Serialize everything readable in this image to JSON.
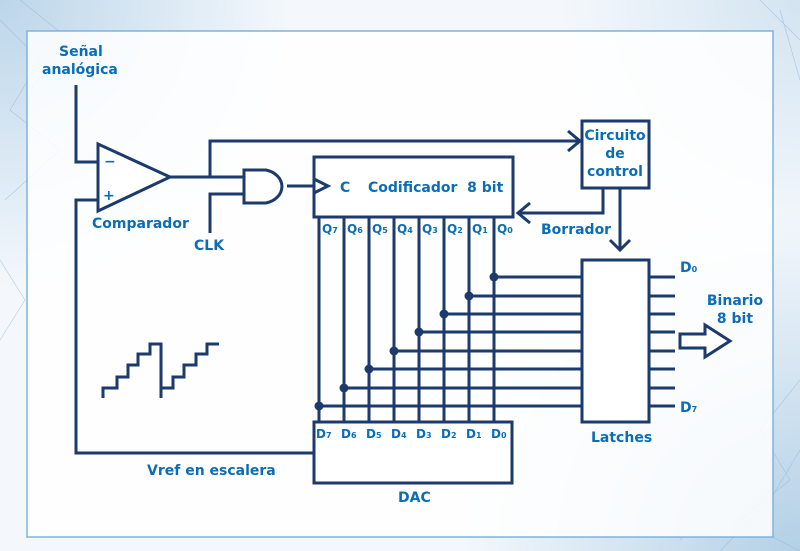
{
  "labels": {
    "input_signal": [
      "Señal",
      "analógica"
    ],
    "comparator": "Comparador",
    "comparator_minus": "−",
    "comparator_plus": "+",
    "clk": "CLK",
    "encoder_clock": "C",
    "encoder": "Codificador  8 bit",
    "control": [
      "Circuito",
      "de",
      "control"
    ],
    "reset": "Borrador",
    "latches": "Latches",
    "output": [
      "Binario",
      "8 bit"
    ],
    "dac": "DAC",
    "vref": "Vref en escalera",
    "q_outputs": [
      {
        "base": "Q",
        "sub": "7"
      },
      {
        "base": "Q",
        "sub": "6"
      },
      {
        "base": "Q",
        "sub": "5"
      },
      {
        "base": "Q",
        "sub": "4"
      },
      {
        "base": "Q",
        "sub": "3"
      },
      {
        "base": "Q",
        "sub": "2"
      },
      {
        "base": "Q",
        "sub": "1"
      },
      {
        "base": "Q",
        "sub": "0"
      }
    ],
    "dac_inputs": [
      {
        "base": "D",
        "sub": "7"
      },
      {
        "base": "D",
        "sub": "6"
      },
      {
        "base": "D",
        "sub": "5"
      },
      {
        "base": "D",
        "sub": "4"
      },
      {
        "base": "D",
        "sub": "3"
      },
      {
        "base": "D",
        "sub": "2"
      },
      {
        "base": "D",
        "sub": "1"
      },
      {
        "base": "D",
        "sub": "0"
      }
    ],
    "latch_out_first": {
      "base": "D",
      "sub": "0"
    },
    "latch_out_last": {
      "base": "D",
      "sub": "7"
    }
  },
  "colors": {
    "wire": "#1c3a6b",
    "text": "#0b6db5",
    "frame": "#7fb3dc"
  }
}
